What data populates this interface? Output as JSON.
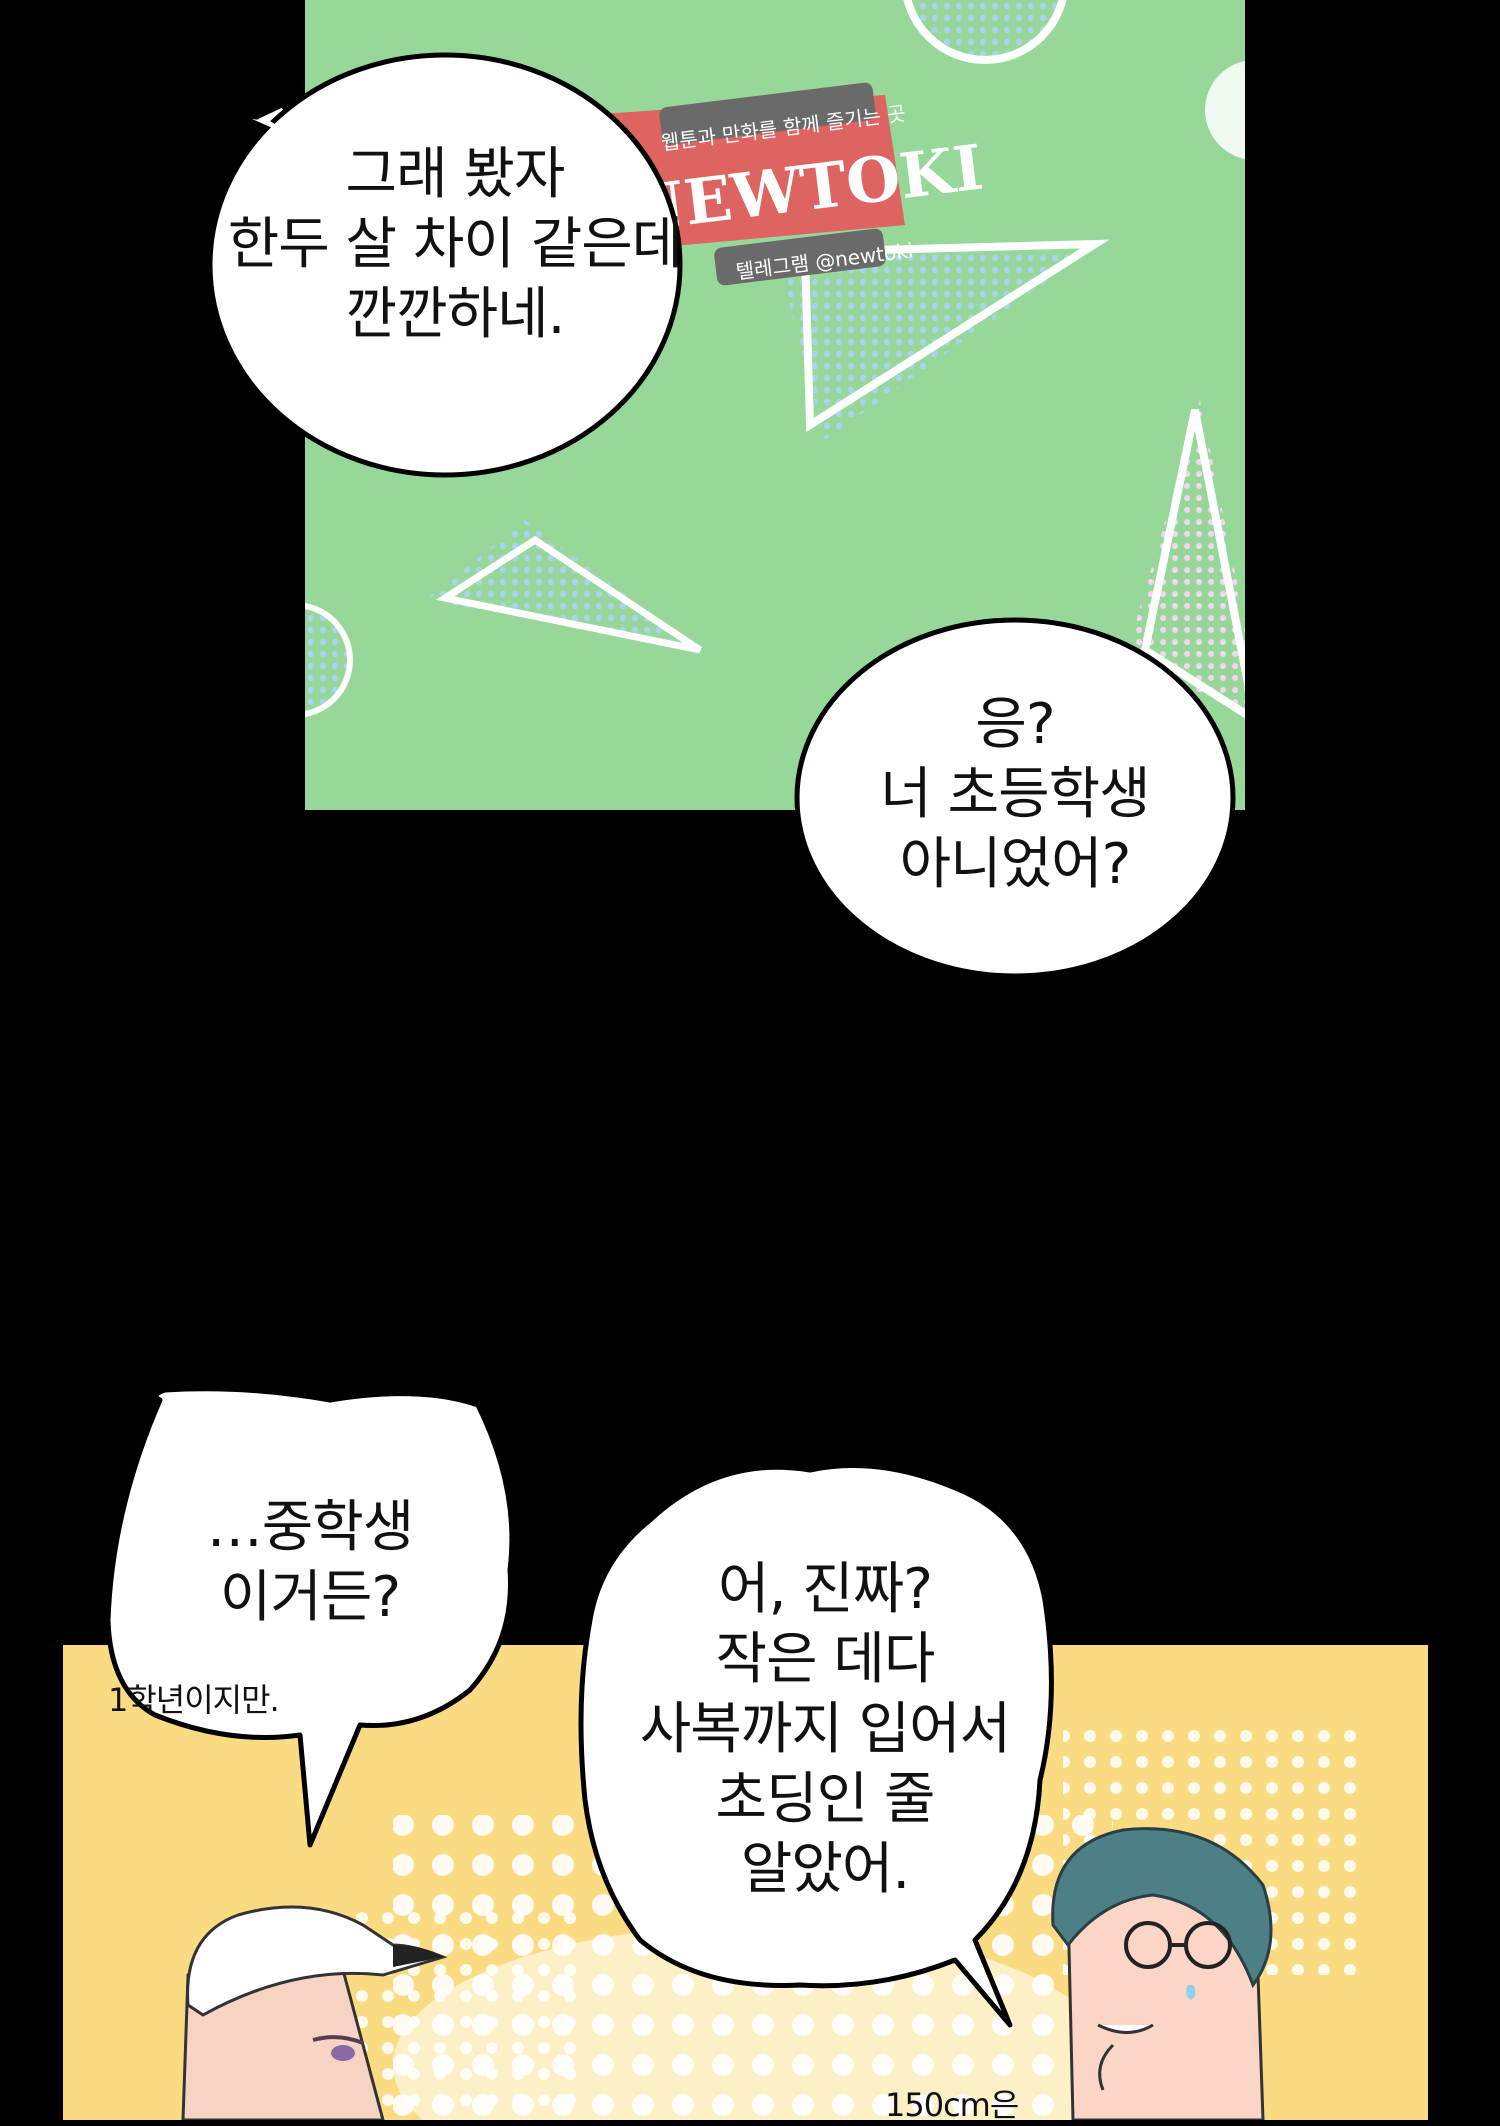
{
  "watermark": {
    "top_line": "웹툰과 만화를 함께 즐기는 곳",
    "brand": "NEWTOKI",
    "bottom_line": "텔레그램 @newtoki"
  },
  "bubbles": {
    "b1": "그래 봤자\n한두 살 차이 같은데\n깐깐하네.",
    "b2": "응?\n너 초등학생\n아니었어?",
    "b3": "…중학생\n이거든?",
    "b4": "어, 진짜?\n작은 데다\n사복까지 입어서\n초딩인 줄\n알았어."
  },
  "captions": {
    "c1": "1학년이지만.",
    "c2": "150cm은"
  },
  "colors": {
    "green_panel": "#97d79a",
    "yellow_panel": "#fbdb82",
    "watermark_red": "#e8545a"
  }
}
